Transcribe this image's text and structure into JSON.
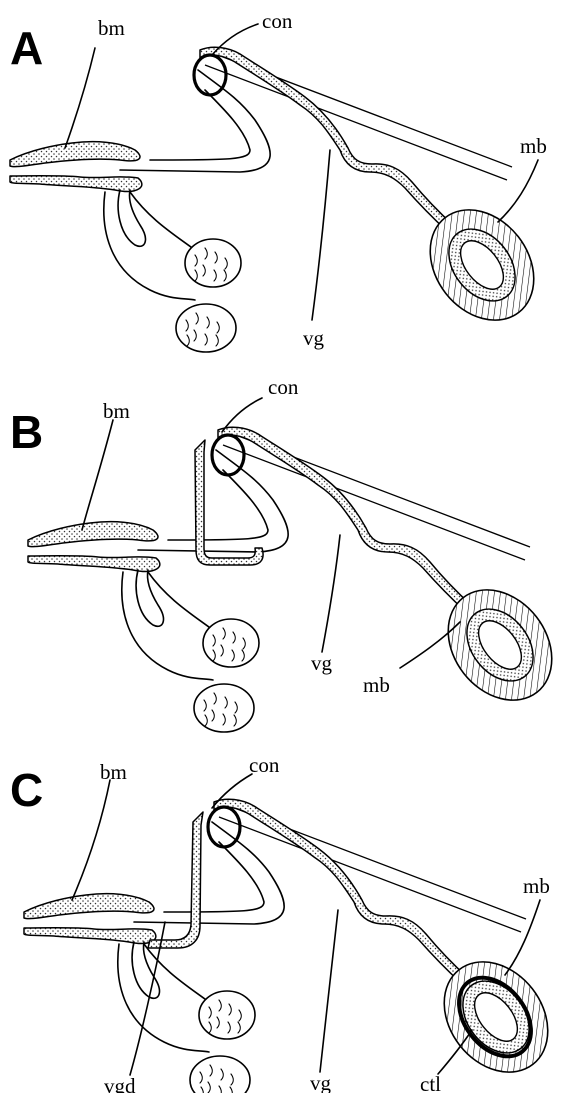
{
  "panels": [
    {
      "letter": "A",
      "labels": {
        "bm": "bm",
        "con": "con",
        "mb": "mb",
        "vg": "vg"
      }
    },
    {
      "letter": "B",
      "labels": {
        "bm": "bm",
        "con": "con",
        "mb": "mb",
        "vg": "vg"
      }
    },
    {
      "letter": "C",
      "labels": {
        "bm": "bm",
        "con": "con",
        "mb": "mb",
        "vg": "vg",
        "vgd": "vgd",
        "ctl": "ctl"
      }
    }
  ]
}
